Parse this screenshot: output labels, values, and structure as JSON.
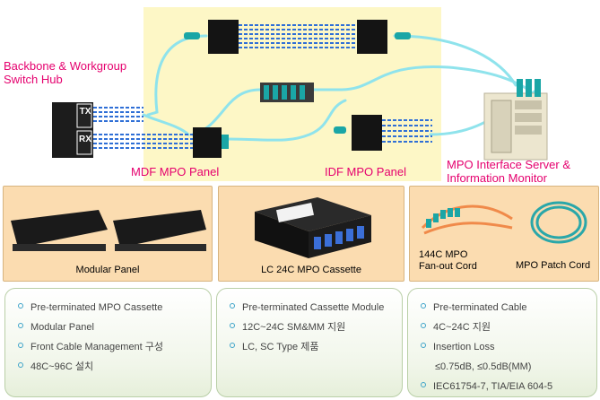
{
  "labels": {
    "backbone": [
      "Backbone & Workgroup",
      "Switch Hub"
    ],
    "tx": "TX",
    "rx": "RX",
    "mdf_panel": "MDF MPO Panel",
    "idf_panel": "IDF MPO Panel",
    "mpo_interface": [
      "MPO Interface Server &",
      "Information Monitor"
    ]
  },
  "products": {
    "modular_panel": "Modular Panel",
    "lc_cassette": "LC 24C MPO Cassette",
    "fanout_cord": [
      "144C MPO",
      "Fan-out Cord"
    ],
    "patch_cord": "MPO Patch Cord"
  },
  "features": {
    "cassette": [
      "Pre-terminated MPO Cassette",
      "Modular Panel",
      "Front Cable Management 구성",
      "48C~96C 설치"
    ],
    "module": [
      "Pre-terminated Cassette Module",
      "12C~24C SM&MM 지원",
      "LC, SC Type 제품"
    ],
    "cable": [
      "Pre-terminated Cable",
      "4C~24C 지원",
      "Insertion Loss"
    ],
    "cable_loss_values": "≤0.75dB, ≤0.5dB(MM)",
    "cable_standard": "IEC61754-7, TIA/EIA 604-5"
  },
  "colors": {
    "label_pink": "#e5006e",
    "cable_cyan": "#8fe3ec",
    "cable_blue": "#2f6fd6",
    "panel_tan": "#fbdcb0",
    "connector_teal": "#1aa6a6"
  }
}
